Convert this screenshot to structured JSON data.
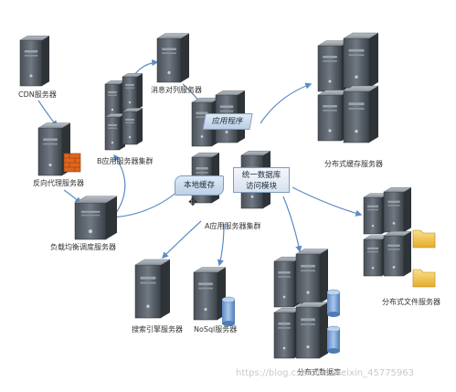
{
  "labels": {
    "cdn": "CDN服务器",
    "reverse_proxy": "反向代理服务器",
    "load_balancer": "负载均衡调度服务器",
    "message_queue": "消息对列服务器",
    "cluster_b": "B应用服务器集群",
    "cluster_a": "A应用服务器集群",
    "app": "应用程序",
    "local_cache": "本地缓存",
    "unified_access_line1": "统一数据库",
    "unified_access_line2": "访问模块",
    "distributed_cache": "分布式缓存服务器",
    "distributed_file": "分布式文件服务器",
    "search_engine": "搜索引擎服务器",
    "nosql": "NoSql服务器",
    "distributed_db": "分布式数据库"
  },
  "watermark": "https://blog.csdn.net/weixin_45775963",
  "colors": {
    "server_dark": "#3a4047",
    "server_light": "#7f8790",
    "arrow": "#5b8cc4",
    "firewall": "#e0651e",
    "folder": "#f0c24a",
    "db_blue": "#7fa7d9"
  }
}
